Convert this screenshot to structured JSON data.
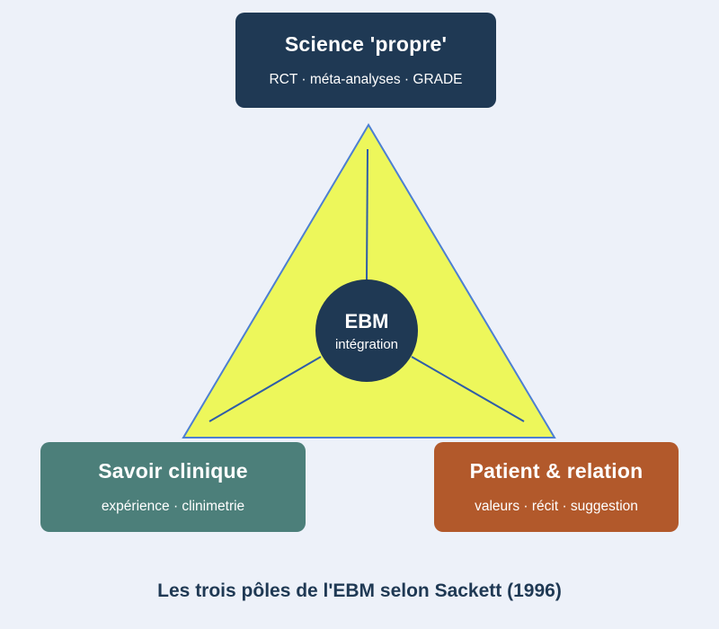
{
  "canvas": {
    "background": "#edf1f9"
  },
  "top_box": {
    "title": "Science 'propre'",
    "subtitle": "RCT · méta-analyses · GRADE",
    "color": "#1f3954"
  },
  "left_box": {
    "title": "Savoir clinique",
    "subtitle": "expérience · clinimetrie",
    "color": "#4c7f7a"
  },
  "right_box": {
    "title": "Patient & relation",
    "subtitle": "valeurs · récit · suggestion",
    "color": "#b2592b"
  },
  "center_circle": {
    "title": "EBM",
    "subtitle": "intégration",
    "color": "#1f3954"
  },
  "triangle": {
    "fill": "#edf75b",
    "stroke": "#4d7fd2",
    "spoke_color": "#2f5da8"
  },
  "caption": {
    "text": "Les trois pôles de l'EBM selon Sackett (1996)",
    "color": "#1f3954"
  }
}
